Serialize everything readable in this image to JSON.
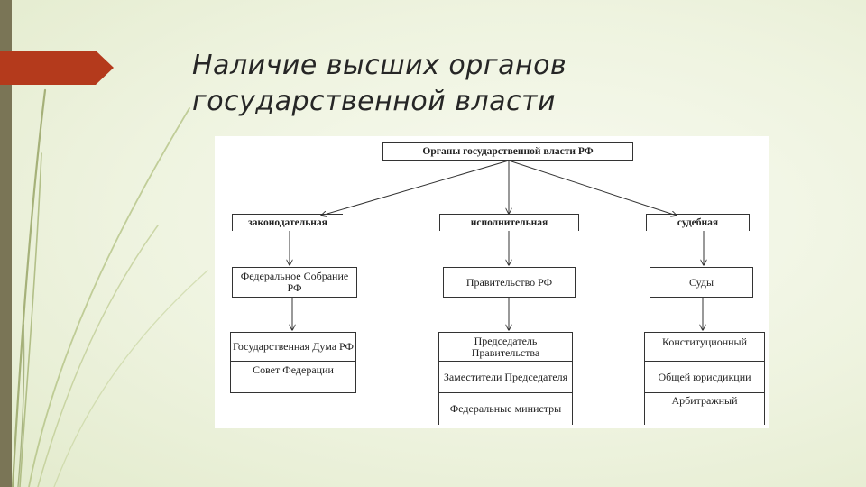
{
  "slide": {
    "title_line1": "Наличие высших органов",
    "title_line2": "государственной власти",
    "accent_color": "#b43a1c",
    "sidebar_color": "#7a7556"
  },
  "diagram": {
    "root": "Органы государственной власти РФ",
    "branches": [
      {
        "name": "законодательная",
        "body": "Федеральное Собрание РФ",
        "members": [
          "Государственная Дума РФ",
          "Совет Федерации"
        ]
      },
      {
        "name": "исполнительная",
        "body": "Правительство РФ",
        "members": [
          "Председатель Правительства",
          "Заместители Председателя",
          "Федеральные министры"
        ]
      },
      {
        "name": "судебная",
        "body": "Суды",
        "members": [
          "Конституционный",
          "Общей юрисдикции",
          "Арбитражный"
        ]
      }
    ]
  }
}
